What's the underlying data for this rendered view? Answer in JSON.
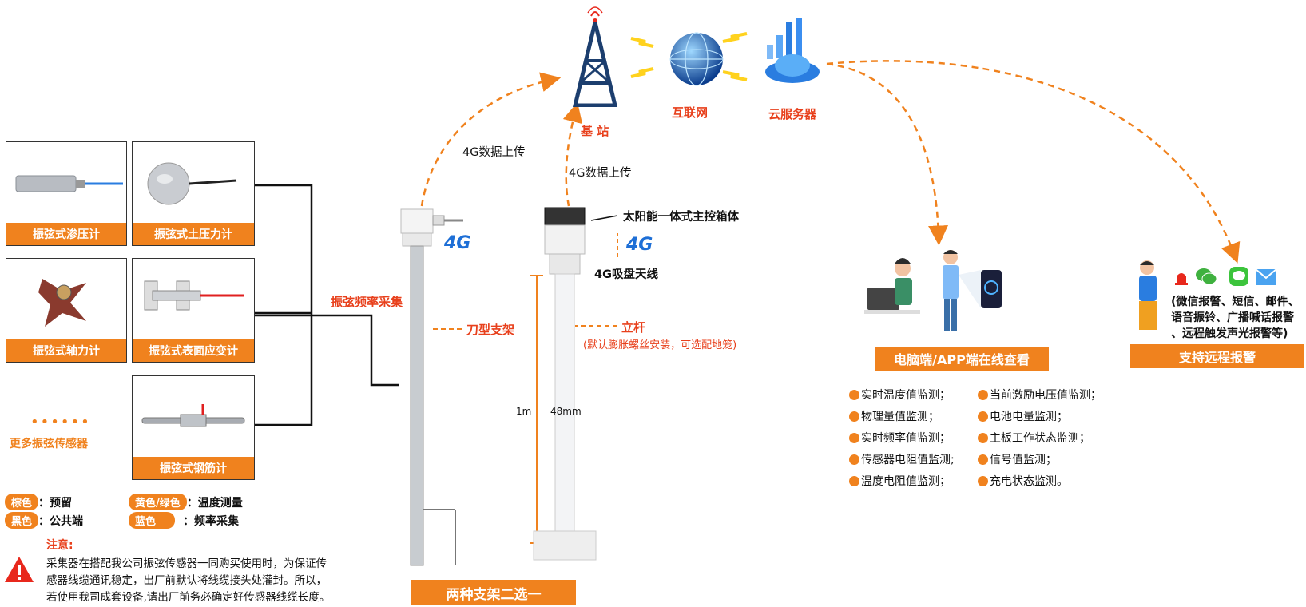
{
  "sensors": [
    {
      "label": "振弦式渗压计"
    },
    {
      "label": "振弦式土压力计"
    },
    {
      "label": "振弦式轴力计"
    },
    {
      "label": "振弦式表面应变计"
    },
    {
      "label": "振弦式钢筋计"
    }
  ],
  "more_dots": "••••••",
  "more_sensors": "更多振弦传感器",
  "legend": [
    {
      "color": "棕色",
      "sep": "：",
      "desc": "预留"
    },
    {
      "color": "黄色/绿色",
      "sep": "：",
      "desc": "温度测量"
    },
    {
      "color": "黑色",
      "sep": "：",
      "desc": "公共端"
    },
    {
      "color": "蓝色",
      "sep": "：",
      "desc": "频率采集"
    }
  ],
  "notice": {
    "title": "注意:",
    "lines": [
      "采集器在搭配我公司振弦传感器一同购买使用时，为保证传",
      "感器线缆通讯稳定，出厂前默认将线缆接头处灌封。所以，",
      "若使用我司成套设备,请出厂前务必确定好传感器线缆长度。"
    ]
  },
  "labels": {
    "vibration_collect": "振弦频率采集",
    "upload_left": "4G数据上传",
    "upload_right": "4G数据上传",
    "blade_bracket": "刀型支架",
    "pole": "立杆",
    "pole_note": "(默认膨胀螺丝安装，可选配地笼)",
    "solar_box": "太阳能一体式主控箱体",
    "antenna": "4G吸盘天线",
    "logo_4g_a": "4G",
    "logo_4g_b": "4G",
    "height": "1m",
    "diameter": "48mm",
    "choose_one": "两种支架二选一",
    "base_station": "基 站",
    "internet": "互联网",
    "cloud": "云服务器",
    "online_view": "电脑端/APP端在线查看",
    "remote_alarm": "支持远程报警",
    "alarm_desc": [
      "(微信报警、短信、邮件、",
      "语音振铃、广播喊话报警",
      "、远程触发声光报警等)"
    ]
  },
  "monitoring_left": [
    "实时温度值监测；",
    "物理量值监测；",
    "实时频率值监测；",
    "传感器电阻值监测;",
    "温度电阻值监测；"
  ],
  "monitoring_right": [
    "当前激励电压值监测；",
    "电池电量监测；",
    "主板工作状态监测；",
    "信号值监测；",
    "充电状态监测。"
  ],
  "colors": {
    "accent": "#f0821e",
    "red_text": "#e8401c",
    "blue": "#1e6fd6"
  }
}
